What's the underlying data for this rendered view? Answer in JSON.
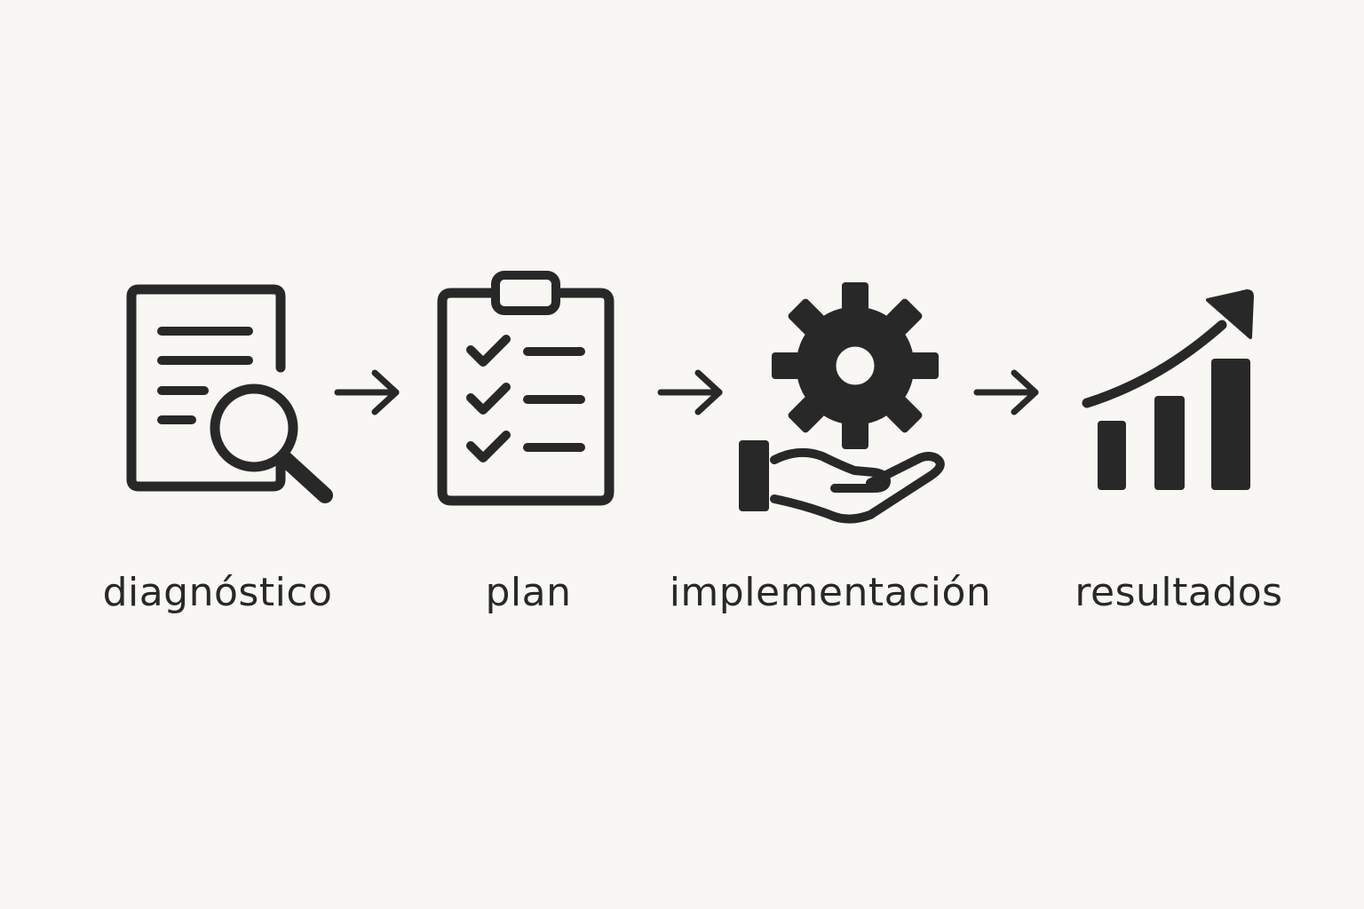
{
  "colors": {
    "background": "#f8f7f3",
    "ink": "#282828"
  },
  "steps": [
    {
      "label": "diagnóstico",
      "icon": "document-search-icon"
    },
    {
      "label": "plan",
      "icon": "clipboard-checklist-icon"
    },
    {
      "label": "implementación",
      "icon": "hand-gear-icon"
    },
    {
      "label": "resultados",
      "icon": "growth-chart-icon"
    }
  ],
  "connectors": [
    "arrow-right-icon",
    "arrow-right-icon",
    "arrow-right-icon"
  ]
}
